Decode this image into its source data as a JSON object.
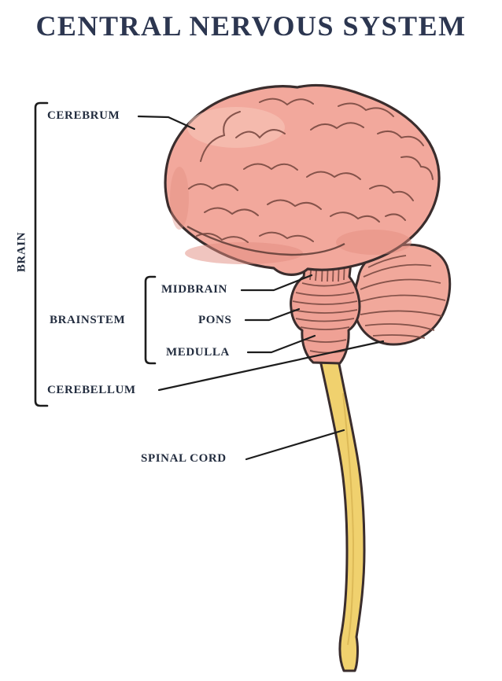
{
  "title": "CENTRAL NERVOUS SYSTEM",
  "labels": {
    "brain": "BRAIN",
    "cerebrum": "CEREBRUM",
    "midbrain": "MIDBRAIN",
    "brainstem": "BRAINSTEM",
    "pons": "PONS",
    "medulla": "MEDULLA",
    "cerebellum": "CEREBELLUM",
    "spinal_cord": "SPINAL CORD"
  },
  "colors": {
    "title_text": "#2c3650",
    "label_text": "#232d3f",
    "brain_fill": "#f2a89c",
    "brain_shade": "#e28c7f",
    "brain_highlight": "#f8c8bb",
    "spinal_cord_fill": "#f0d16e",
    "outline": "#3a2d2d",
    "leader_line": "#1d1d1d"
  }
}
